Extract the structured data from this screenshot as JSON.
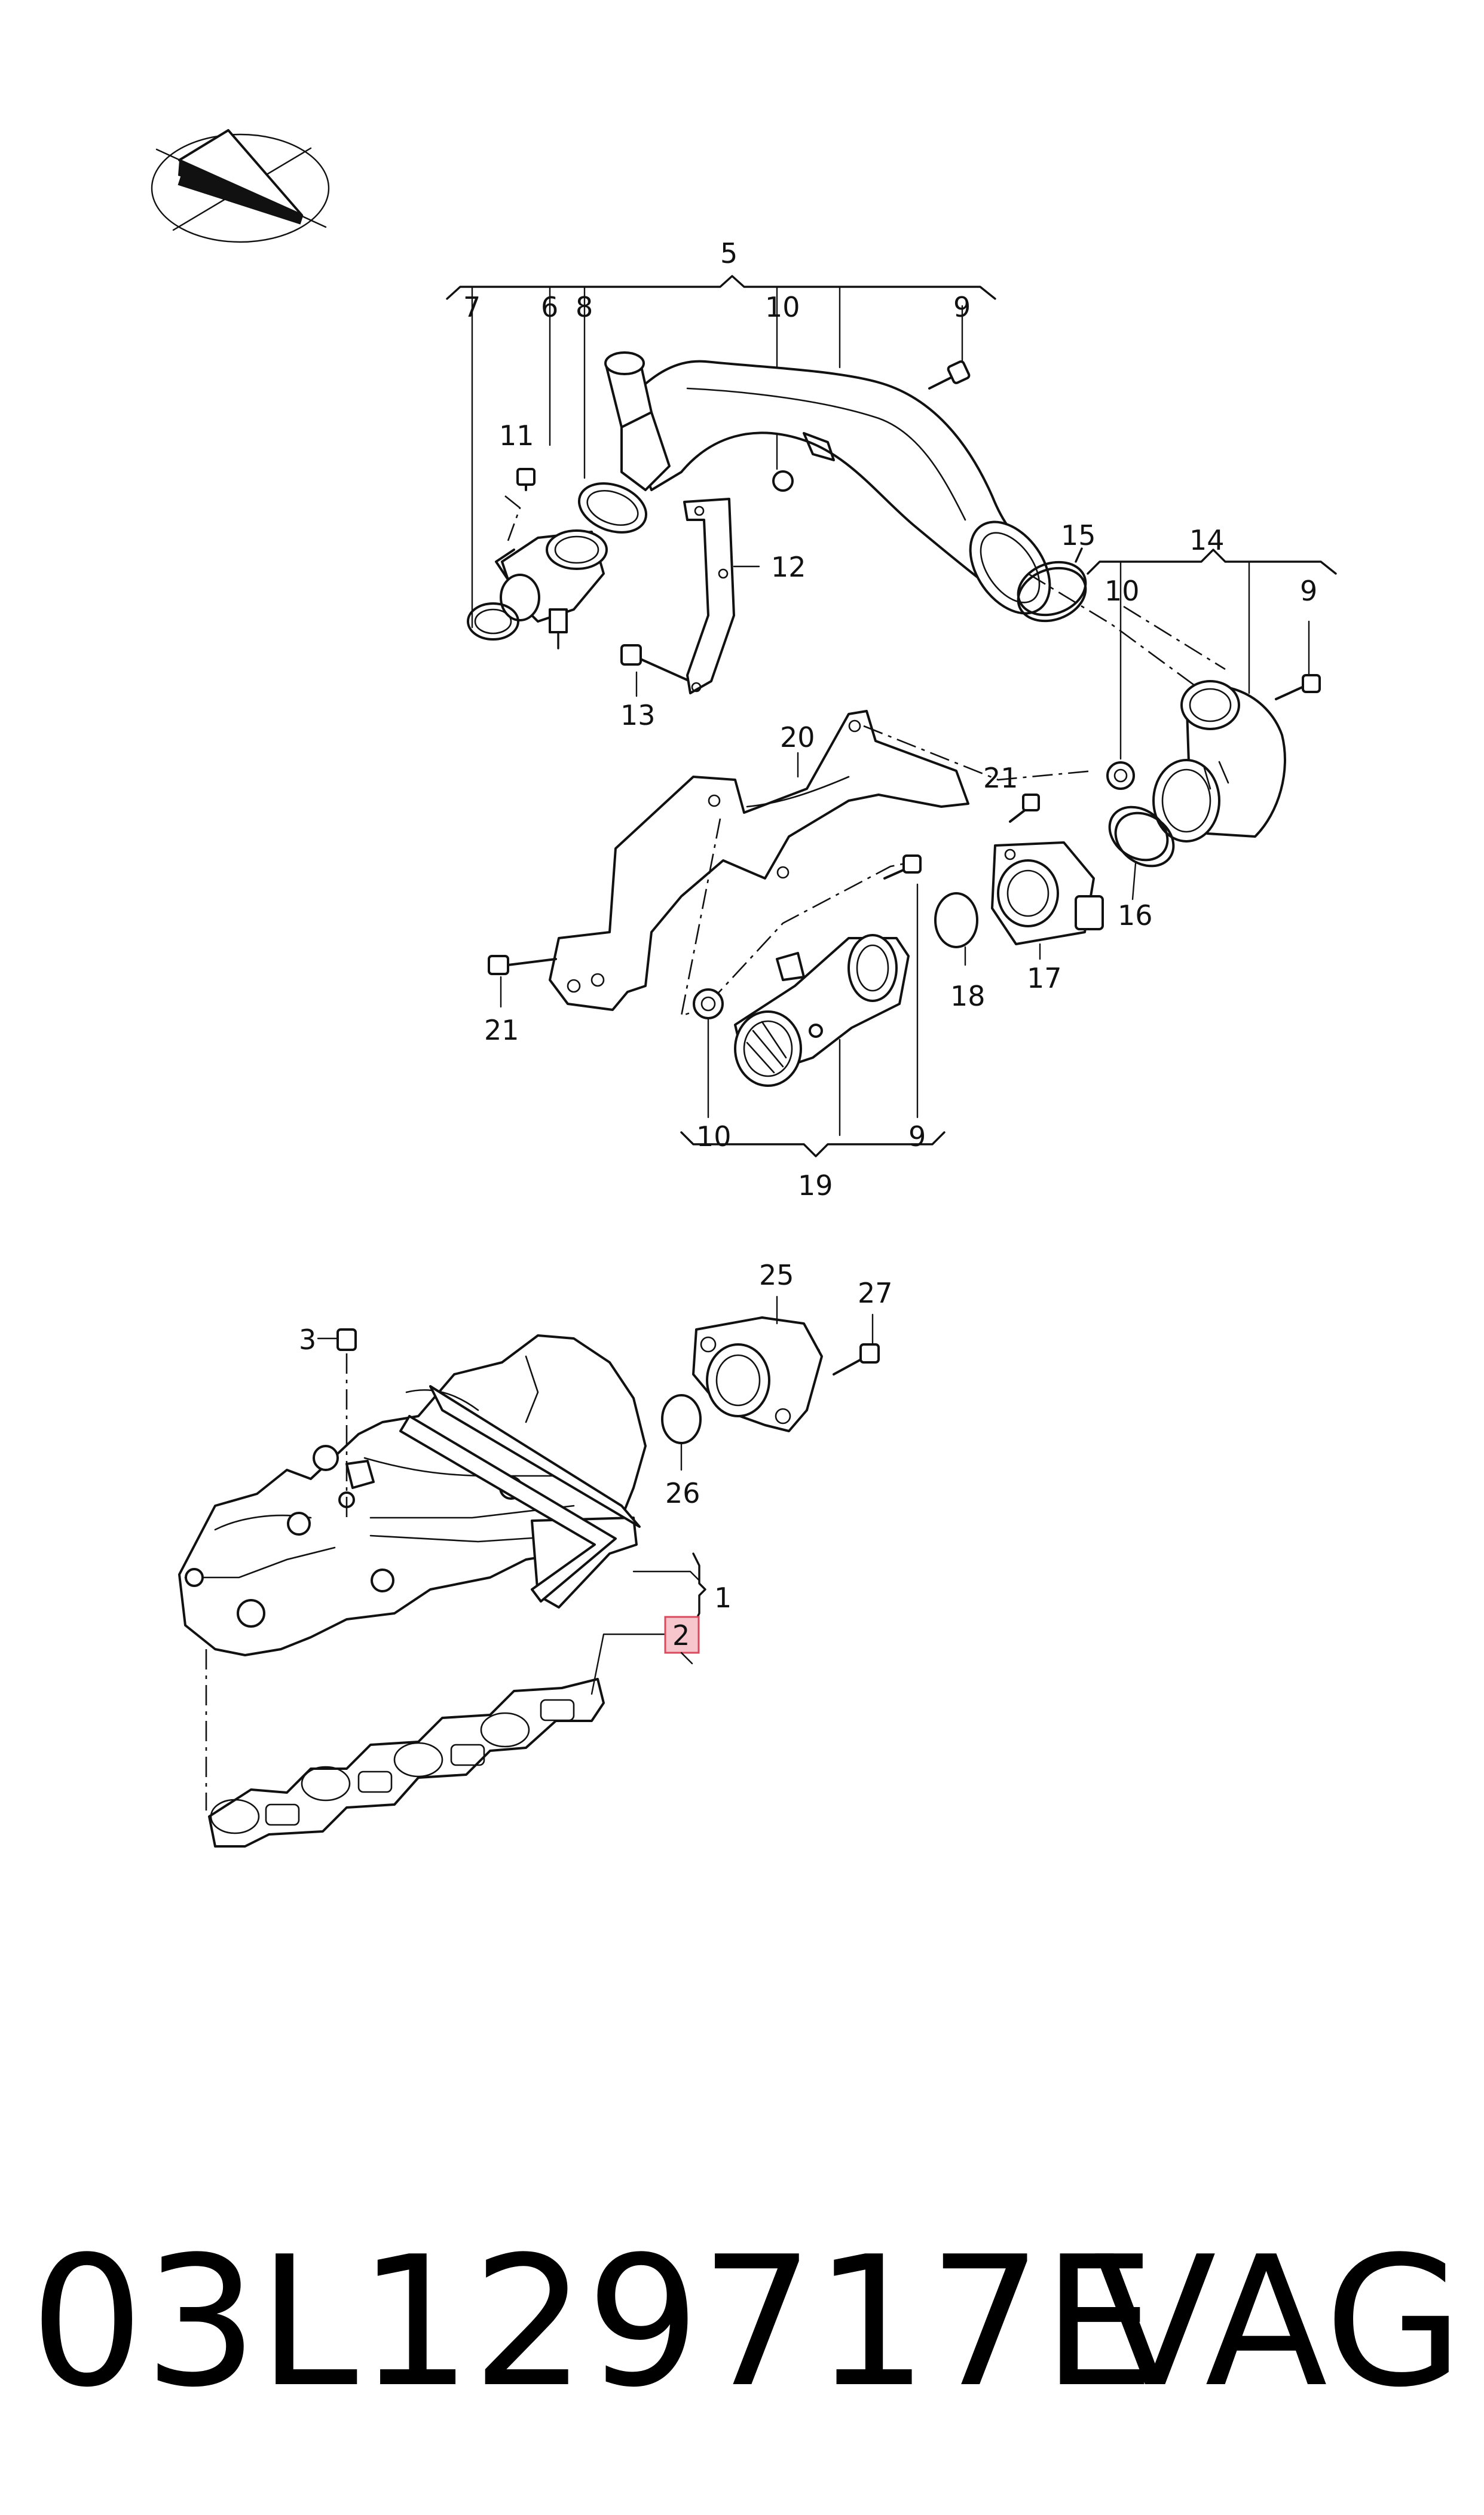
{
  "callouts": {
    "c1": "1",
    "c2": "2",
    "c3": "3",
    "c5": "5",
    "c6": "6",
    "c7": "7",
    "c8": "8",
    "c9a": "9",
    "c9b": "9",
    "c9c": "9",
    "c10a": "10",
    "c10b": "10",
    "c10c": "10",
    "c11": "11",
    "c12": "12",
    "c13": "13",
    "c14": "14",
    "c15": "15",
    "c16": "16",
    "c17": "17",
    "c18": "18",
    "c19": "19",
    "c20": "20",
    "c21a": "21",
    "c21b": "21",
    "c25": "25",
    "c26": "26",
    "c27": "27"
  },
  "highlighted_part": "2",
  "highlight_color": "#f7c6cc",
  "caption": {
    "part_number": "03L129717E",
    "brand": "VAG"
  }
}
